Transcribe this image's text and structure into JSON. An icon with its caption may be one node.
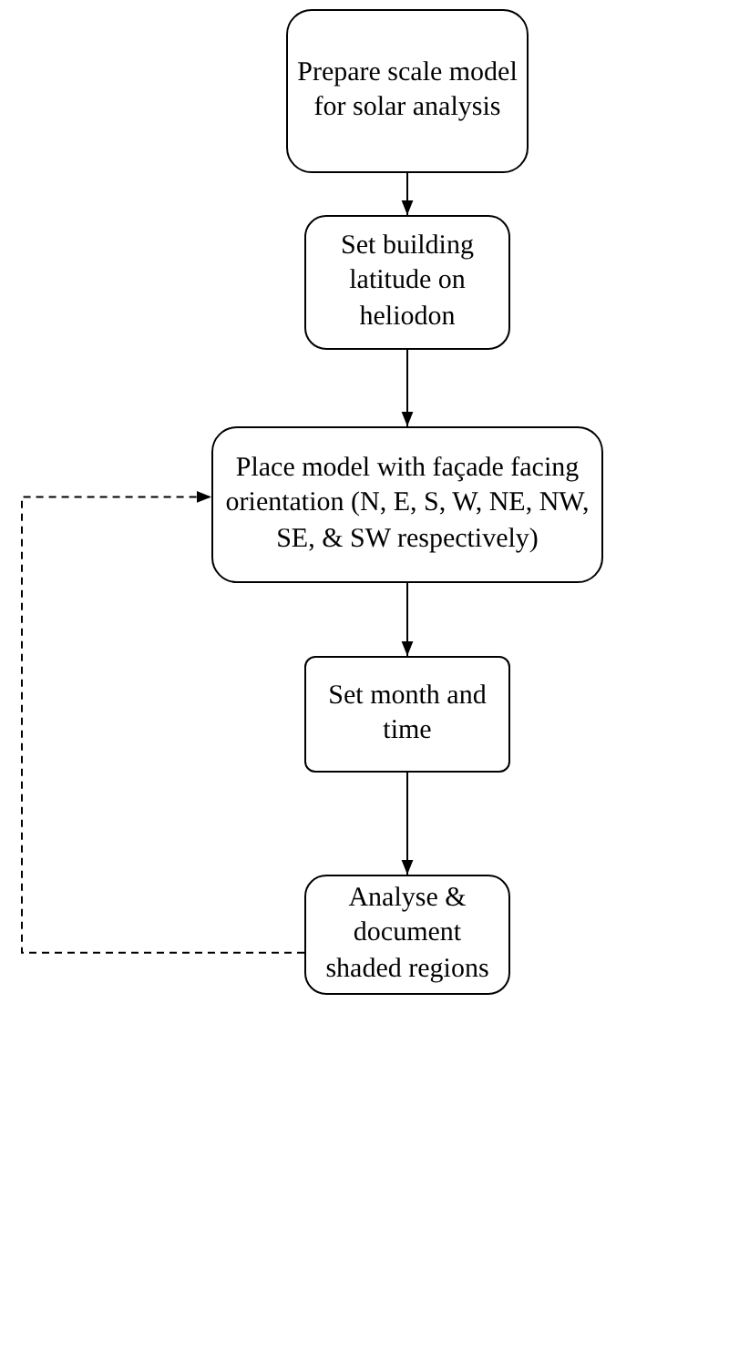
{
  "diagram": {
    "nodes": [
      {
        "text": [
          "Prepare scale model for solar analysis"
        ]
      },
      {
        "text": [
          "Set building latitude on heliodon"
        ]
      },
      {
        "text": [
          "Place model with façade facing orientation (N, E, S, W, NE, NW, SE, & SW respectively)"
        ]
      },
      {
        "text": [
          "Set month and time"
        ]
      },
      {
        "text": [
          "Analyse & document shaded regions"
        ]
      }
    ],
    "edges": [
      {
        "from": 0,
        "to": 1,
        "arrow": "to"
      },
      {
        "from": 1,
        "to": 2,
        "arrow": "to"
      },
      {
        "from": 2,
        "to": 3,
        "arrow": "to"
      },
      {
        "from": 3,
        "to": 4,
        "arrow": "to"
      },
      {
        "from": 4,
        "to": 2,
        "arrow": "to",
        "style": "dashed"
      }
    ]
  }
}
